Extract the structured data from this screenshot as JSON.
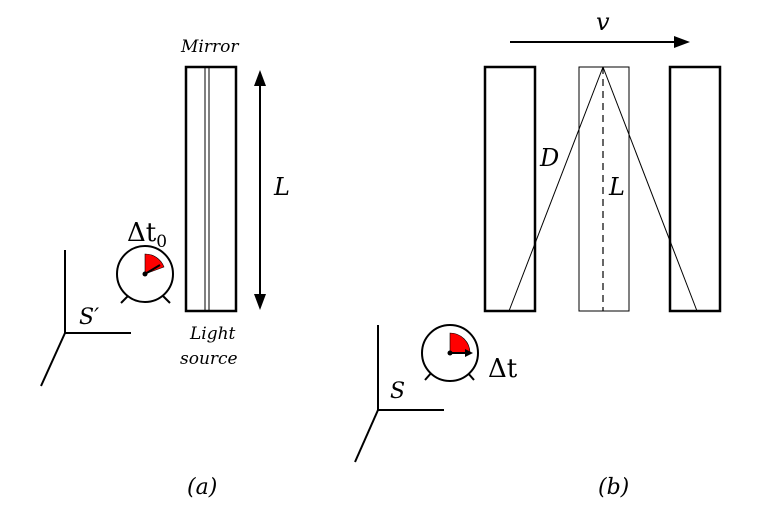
{
  "panel_a": {
    "label": "(a)",
    "mirror_label": "Mirror",
    "light_source_line1": "Light",
    "light_source_line2": "source",
    "length_label": "L",
    "frame_label": "S′",
    "time_label": "Δt",
    "time_subscript": "0"
  },
  "panel_b": {
    "label": "(b)",
    "velocity_label": "v",
    "path_label": "D",
    "length_label": "L",
    "frame_label": "S",
    "time_label": "Δt"
  },
  "colors": {
    "line": "#000000",
    "clock_fill": "#ff0000"
  }
}
